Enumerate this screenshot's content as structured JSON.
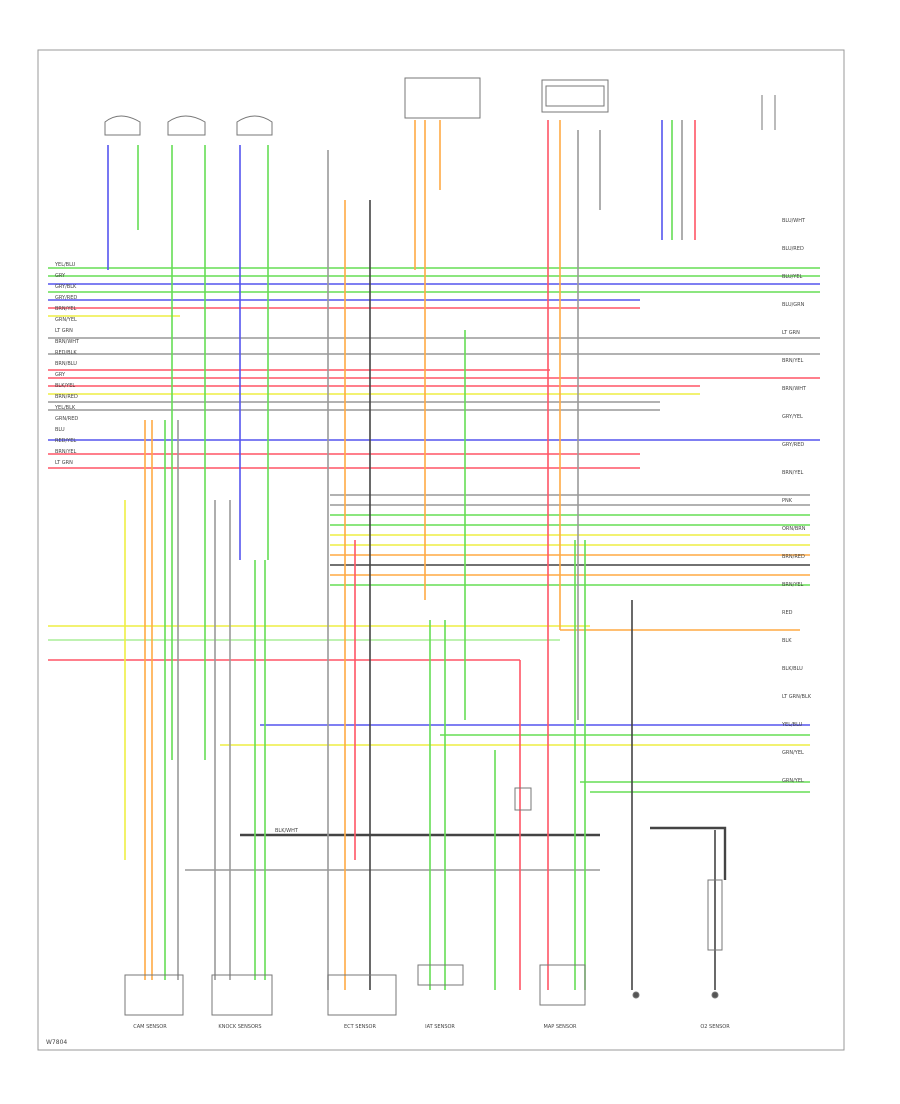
{
  "diagram": {
    "page_code": "W7804",
    "colors": {
      "green": "#66dd55",
      "blue": "#5555ee",
      "red": "#ff5566",
      "yellow": "#eeee44",
      "orange": "#ffaa44",
      "gray": "#999999",
      "dark": "#444444",
      "light_green": "#aaee99"
    },
    "left_wire_labels": [
      "YEL/BLU",
      "GRY",
      "GRY/BLK",
      "GRY/RED",
      "BRN/YEL",
      "GRN/YEL",
      "LT GRN",
      "BRN/WHT",
      "RED/BLK",
      "BRN/BLU",
      "GRY",
      "BLK/YEL",
      "BRN/RED",
      "YEL/BLK",
      "GRN/RED",
      "BLU",
      "RED/YEL",
      "BRN/YEL",
      "LT GRN"
    ],
    "right_wire_labels": [
      "BLU/WHT",
      "BLU/RED",
      "BLU/YEL",
      "BLU/GRN",
      "LT GRN",
      "BRN/YEL",
      "BRN/WHT",
      "GRY/YEL",
      "GRY/RED",
      "BRN/YEL",
      "PNK",
      "ORN/BRN",
      "BRN/RED",
      "BRN/YEL",
      "RED",
      "BLK",
      "BLK/BLU",
      "LT GRN/BLK",
      "YEL/BLU",
      "GRN/YEL",
      "GRN/YEL"
    ],
    "ground_label": "BLK/WHT",
    "bottom_components": [
      "CAM SENSOR",
      "KNOCK SENSORS",
      "ECT SENSOR",
      "IAT SENSOR",
      "MAP SENSOR",
      "O2 SENSOR"
    ]
  }
}
